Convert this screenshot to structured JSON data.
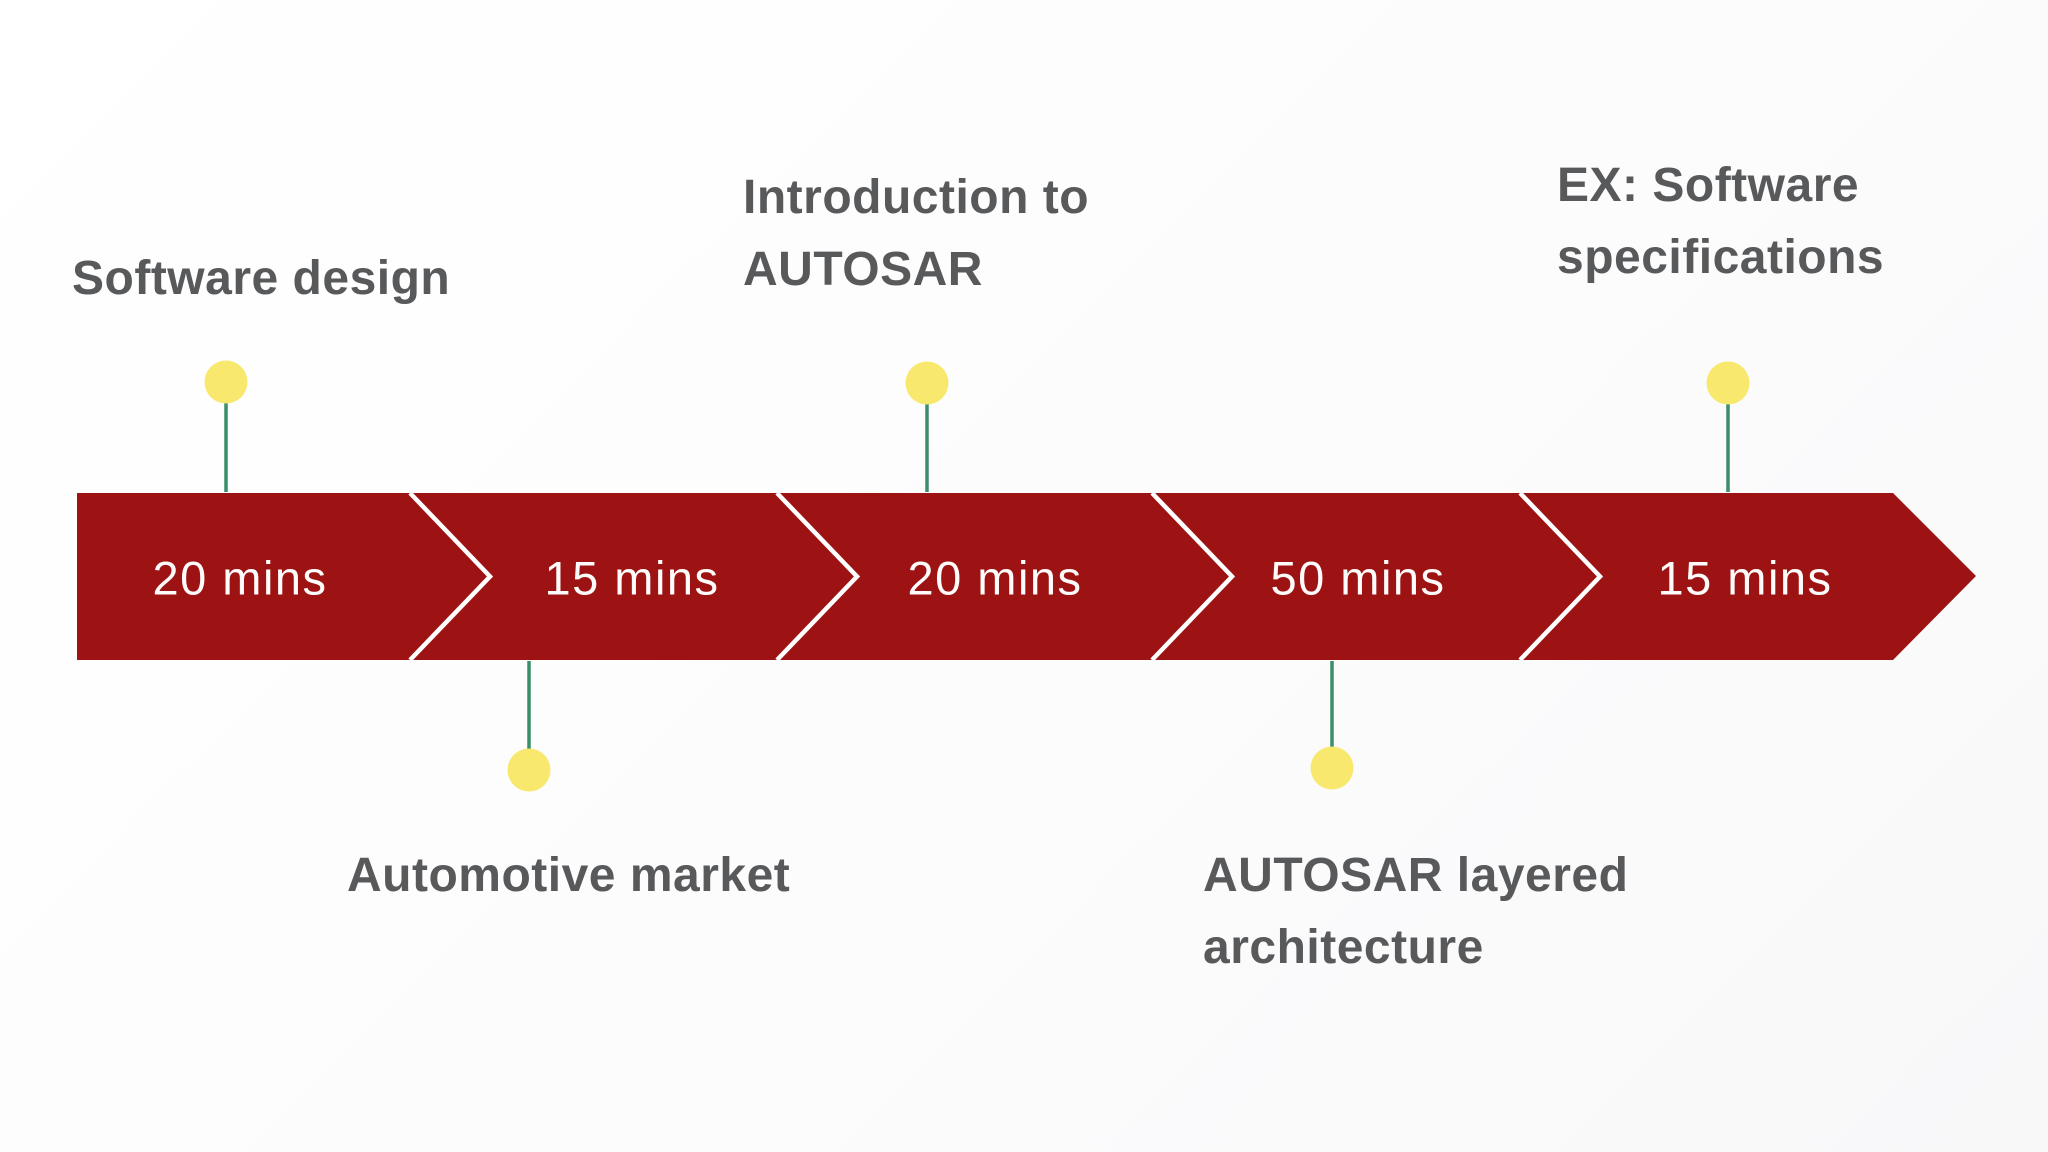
{
  "slide": {
    "colors": {
      "band_red": "#9d1212",
      "chevron_line": "#ffffff",
      "dot_yellow": "#f9e86e",
      "connector_green": "#3b8e6a",
      "label_gray": "#58595b",
      "duration_text": "#fdfcfa"
    },
    "milestones": [
      {
        "title": "Software design",
        "lines": [
          "Software design"
        ],
        "side": "top",
        "duration": "20 mins"
      },
      {
        "title": "Automotive market",
        "lines": [
          "Automotive market"
        ],
        "side": "bottom",
        "duration": "15 mins"
      },
      {
        "title": "Introduction to AUTOSAR",
        "lines": [
          "Introduction to",
          "AUTOSAR"
        ],
        "side": "top",
        "duration": "20 mins"
      },
      {
        "title": "AUTOSAR layered architecture",
        "lines": [
          "AUTOSAR layered",
          "architecture"
        ],
        "side": "bottom",
        "duration": "50 mins"
      },
      {
        "title": "EX: Software specifications",
        "lines": [
          "EX: Software",
          "specifications"
        ],
        "side": "top",
        "duration": "15 mins"
      }
    ]
  }
}
